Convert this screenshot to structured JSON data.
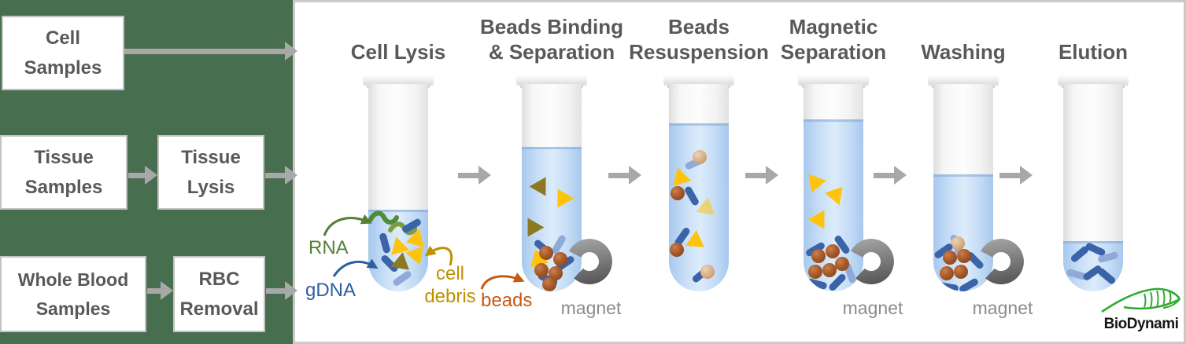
{
  "left_panel": {
    "background_color": "#486e50",
    "boxes": [
      {
        "label": "Cell Samples"
      },
      {
        "label": "Tissue Samples"
      },
      {
        "label": "Tissue Lysis"
      },
      {
        "label": "Whole Blood Samples"
      },
      {
        "label": "RBC Removal"
      }
    ]
  },
  "workflow": {
    "steps": [
      {
        "line1": "",
        "line2": "Cell Lysis"
      },
      {
        "line1": "Beads Binding",
        "line2": "& Separation"
      },
      {
        "line1": "Beads",
        "line2": "Resuspension"
      },
      {
        "line1": "Magnetic",
        "line2": "Separation"
      },
      {
        "line1": "",
        "line2": "Washing"
      },
      {
        "line1": "",
        "line2": "Elution"
      }
    ],
    "tubes": [
      {
        "step": "Cell Lysis",
        "liquid_fill": "bottom third",
        "contents": [
          "RNA",
          "gDNA",
          "cell debris"
        ],
        "magnet": false
      },
      {
        "step": "Beads Binding & Separation",
        "liquid_fill": "three quarters",
        "contents": [
          "cell debris",
          "beads",
          "gDNA"
        ],
        "magnet": true
      },
      {
        "step": "Beads Resuspension",
        "liquid_fill": "full",
        "contents": [
          "beads",
          "gDNA",
          "cell debris"
        ],
        "magnet": false
      },
      {
        "step": "Magnetic Separation",
        "liquid_fill": "full",
        "contents": [
          "cell debris",
          "bead cluster",
          "gDNA"
        ],
        "magnet": true
      },
      {
        "step": "Washing",
        "liquid_fill": "half",
        "contents": [
          "bead cluster",
          "gDNA"
        ],
        "magnet": true
      },
      {
        "step": "Elution",
        "liquid_fill": "bottom",
        "contents": [
          "gDNA"
        ],
        "magnet": false
      }
    ]
  },
  "annotations": {
    "rna": "RNA",
    "gdna": "gDNA",
    "cell_debris": "cell debris",
    "beads": "beads",
    "magnet": "magnet"
  },
  "logo": {
    "name": "BioDynami"
  },
  "colors": {
    "panel_green": "#486e50",
    "arrow_gray": "#a8a8a8",
    "title_gray": "#595959",
    "rna_green": "#538135",
    "gdna_blue": "#2e5f9e",
    "debris_gold": "#bf9000",
    "beads_orange": "#c55a11",
    "magnet_gray": "#7f7f7f",
    "liquid_blue": "#aecdf0",
    "triangle_gold": "#fec40d",
    "triangle_olive": "#8b7a22",
    "bead_brown": "#a85a28",
    "rod_blue_dark": "#3a63a8",
    "rod_blue_light": "#90aad8",
    "logo_green": "#2faa2f"
  }
}
